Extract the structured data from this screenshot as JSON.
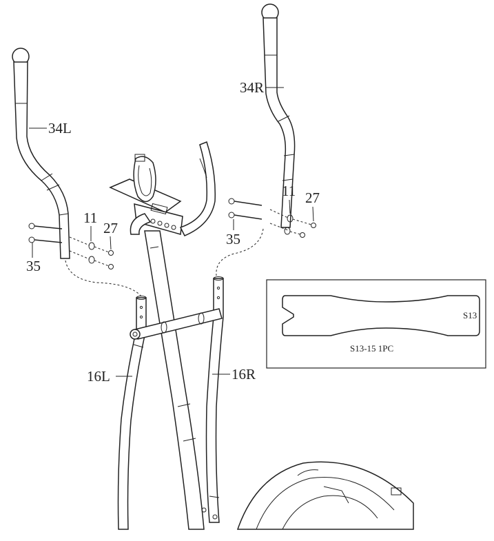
{
  "diagram": {
    "callouts": [
      {
        "id": "34L",
        "text": "34L"
      },
      {
        "id": "34R",
        "text": "34R"
      },
      {
        "id": "11-left",
        "text": "11"
      },
      {
        "id": "27-left",
        "text": "27"
      },
      {
        "id": "35-left",
        "text": "35"
      },
      {
        "id": "11-right",
        "text": "11"
      },
      {
        "id": "27-right",
        "text": "27"
      },
      {
        "id": "35-right",
        "text": "35"
      },
      {
        "id": "16L",
        "text": "16L"
      },
      {
        "id": "16R",
        "text": "16R"
      }
    ],
    "wrench_inset": {
      "tool_label": "S13",
      "caption": "S13-15 1PC"
    }
  }
}
